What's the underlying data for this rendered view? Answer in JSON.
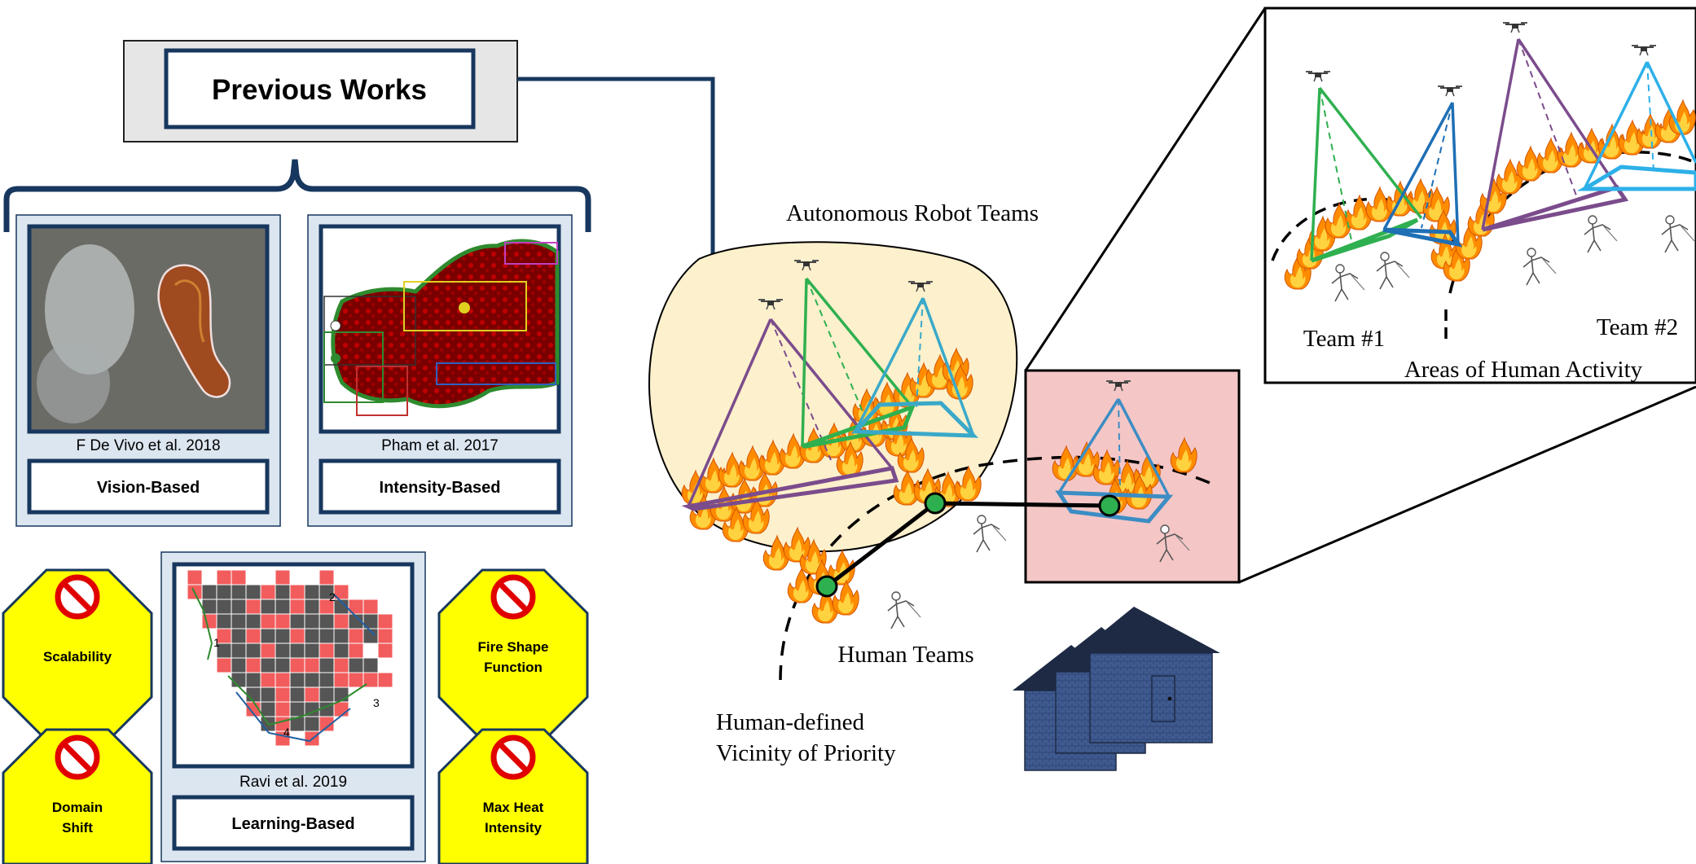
{
  "header": {
    "title": "Previous Works"
  },
  "works": [
    {
      "citation": "F De Vivo et al. 2018",
      "method": "Vision-Based"
    },
    {
      "citation": "Pham et al. 2017",
      "method": "Intensity-Based"
    },
    {
      "citation": "Ravi et al. 2019",
      "method": "Learning-Based"
    }
  ],
  "limitations": [
    {
      "line1": "Scalability",
      "line2": ""
    },
    {
      "line1": "Fire Shape",
      "line2": "Function"
    },
    {
      "line1": "Domain",
      "line2": "Shift"
    },
    {
      "line1": "Max Heat",
      "line2": "Intensity"
    }
  ],
  "grid_labels": [
    "1",
    "2",
    "3",
    "4"
  ],
  "scene": {
    "robot_teams_label": "Autonomous Robot Teams",
    "human_teams_label": "Human Teams",
    "vicinity_line1": "Human-defined",
    "vicinity_line2": "Vicinity of Priority"
  },
  "inset": {
    "team1": "Team #1",
    "team2": "Team #2",
    "activity": "Areas of Human Activity"
  },
  "colors": {
    "navy": "#17375e",
    "panel_fill": "#dce6f0",
    "octagon_fill": "#ffff00",
    "team_zone_fill": "#fdf0cc",
    "inset_fill": "#f4c6c6",
    "purple": "#7b4c8c",
    "green": "#2fb050",
    "teal": "#3aa9c9",
    "blue": "#1f6fb5",
    "house": "#3f5a8f"
  }
}
